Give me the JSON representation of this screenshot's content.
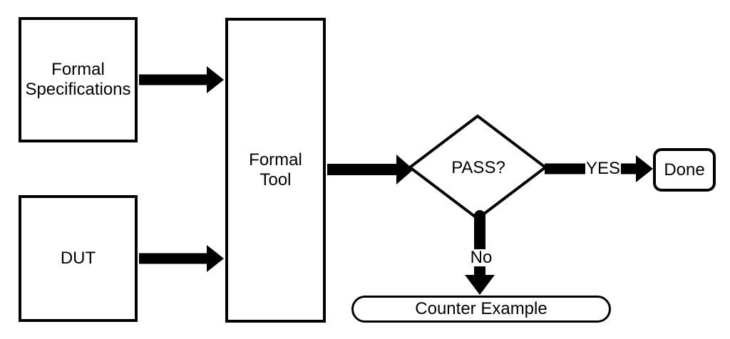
{
  "diagram": {
    "type": "flowchart",
    "background_color": "#ffffff",
    "stroke_color": "#000000",
    "nodes": {
      "formal_specifications": {
        "label": "Formal Specifications",
        "shape": "rectangle"
      },
      "dut": {
        "label": "DUT",
        "shape": "rectangle"
      },
      "formal_tool": {
        "label": "Formal Tool",
        "shape": "rectangle"
      },
      "pass_decision": {
        "label": "PASS?",
        "shape": "diamond"
      },
      "done": {
        "label": "Done",
        "shape": "rounded-rectangle"
      },
      "counter_example": {
        "label": "Counter Example",
        "shape": "stadium"
      }
    },
    "edges": [
      {
        "from": "formal_specifications",
        "to": "formal_tool",
        "label": ""
      },
      {
        "from": "dut",
        "to": "formal_tool",
        "label": ""
      },
      {
        "from": "formal_tool",
        "to": "pass_decision",
        "label": ""
      },
      {
        "from": "pass_decision",
        "to": "done",
        "label": "YES"
      },
      {
        "from": "pass_decision",
        "to": "counter_example",
        "label": "No"
      }
    ]
  }
}
